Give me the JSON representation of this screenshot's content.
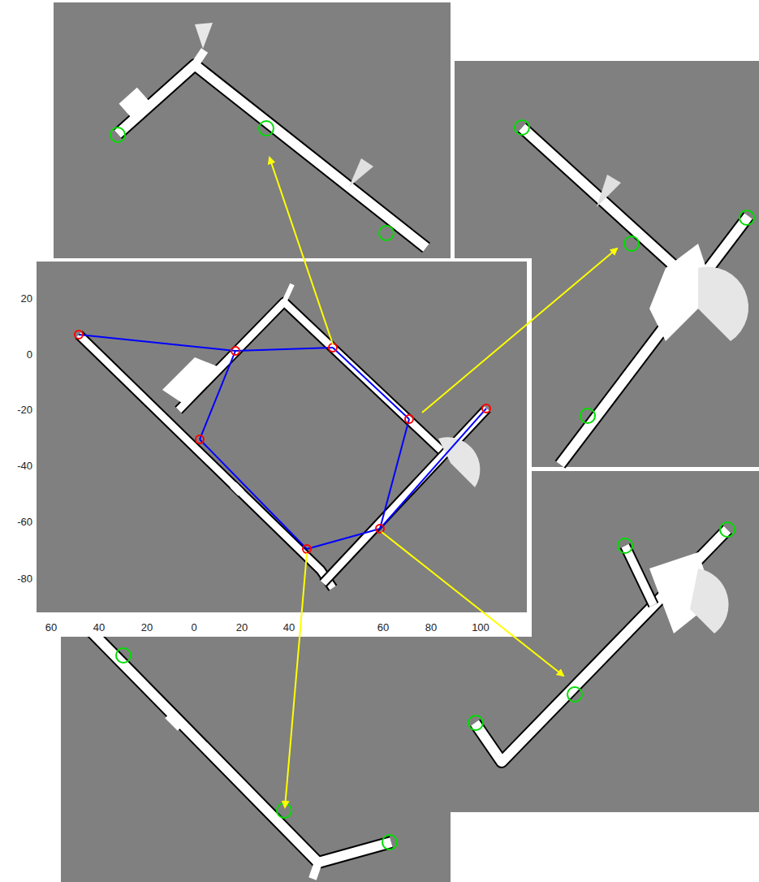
{
  "diagram": {
    "labels": [
      "20",
      "0",
      "-20",
      "-40",
      "-60",
      "-80",
      "60",
      "40",
      "20",
      "0",
      "20",
      "40",
      "60",
      "80",
      "100"
    ]
  }
}
